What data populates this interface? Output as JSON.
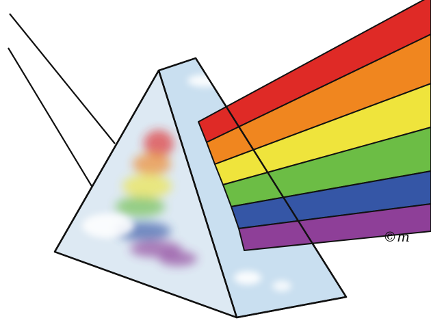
{
  "scene": {
    "subject": "prism-dispersion-illustration",
    "signature": "©m",
    "colors": {
      "outline": "#111111",
      "prism_face_left": "#dde9f3",
      "prism_face_right": "#c9dff0",
      "highlight": "#ffffff"
    },
    "spectrum": [
      {
        "name": "red",
        "color": "#df2a26"
      },
      {
        "name": "orange",
        "color": "#f0861f"
      },
      {
        "name": "yellow",
        "color": "#efe43c"
      },
      {
        "name": "green",
        "color": "#6cbd45"
      },
      {
        "name": "blue",
        "color": "#3556a6"
      },
      {
        "name": "violet",
        "color": "#8e3f98"
      }
    ]
  }
}
